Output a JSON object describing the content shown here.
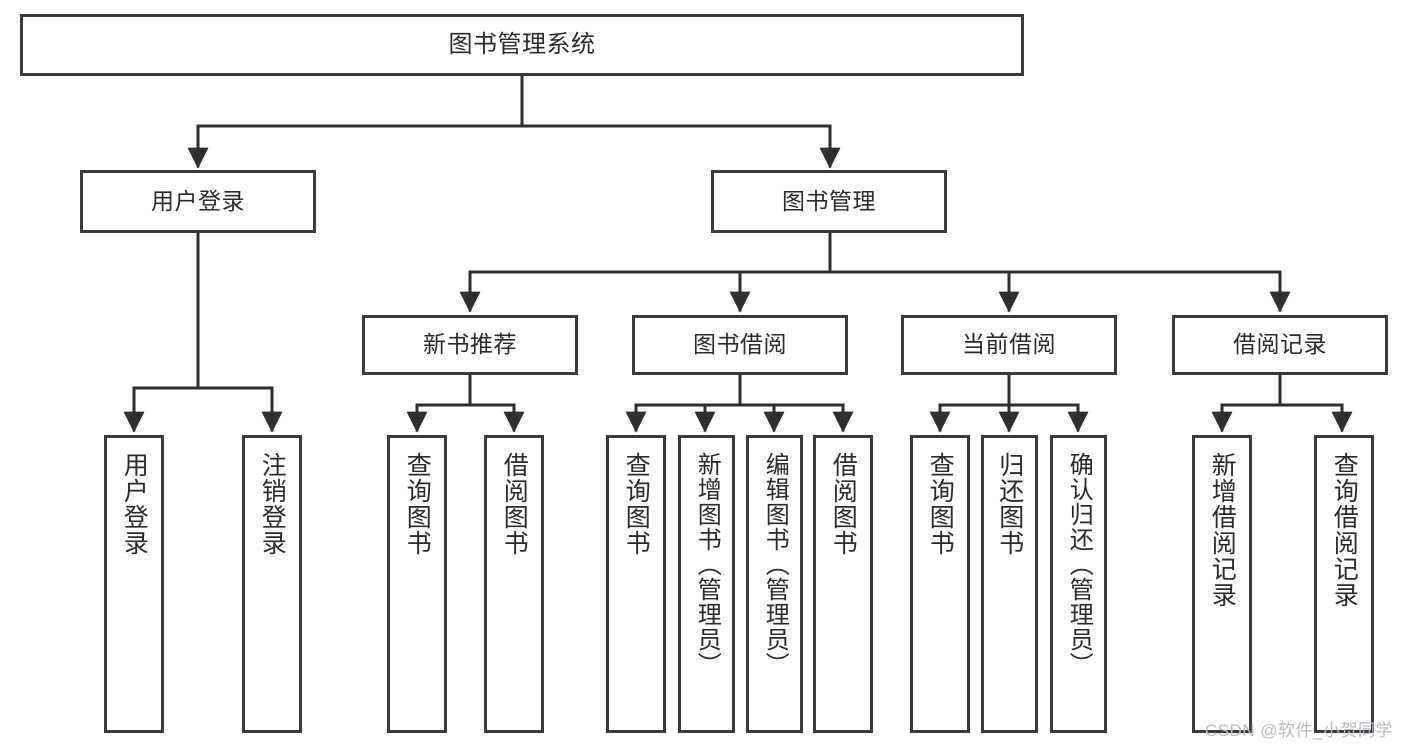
{
  "diagram": {
    "title": "图书管理系统",
    "type": "tree-hierarchy-chart",
    "watermark": "CSDN @软件_小贺同学",
    "colors": {
      "box_border": "#3b3b3b",
      "box_fill": "#ffffff",
      "connector": "#2f2f2f",
      "text": "#2b2b2b",
      "watermark": "#b9bcc2",
      "background": "#ffffff"
    },
    "nodes": {
      "root": {
        "label": "图书管理系统"
      },
      "level2": [
        {
          "label": "用户登录"
        },
        {
          "label": "图书管理"
        }
      ],
      "level3": [
        {
          "label": "新书推荐"
        },
        {
          "label": "图书借阅"
        },
        {
          "label": "当前借阅"
        },
        {
          "label": "借阅记录"
        }
      ],
      "leaves": {
        "user_login": [
          {
            "label": "用户登录"
          },
          {
            "label": "注销登录"
          }
        ],
        "new_book": [
          {
            "label": "查询图书"
          },
          {
            "label": "借阅图书"
          }
        ],
        "book_borrow": [
          {
            "label": "查询图书"
          },
          {
            "label": "新增图书（管理员）"
          },
          {
            "label": "编辑图书（管理员）"
          },
          {
            "label": "借阅图书"
          }
        ],
        "current_borrow": [
          {
            "label": "查询图书"
          },
          {
            "label": "归还图书"
          },
          {
            "label": "确认归还（管理员）"
          }
        ],
        "borrow_record": [
          {
            "label": "新增借阅记录"
          },
          {
            "label": "查询借阅记录"
          }
        ]
      }
    }
  }
}
